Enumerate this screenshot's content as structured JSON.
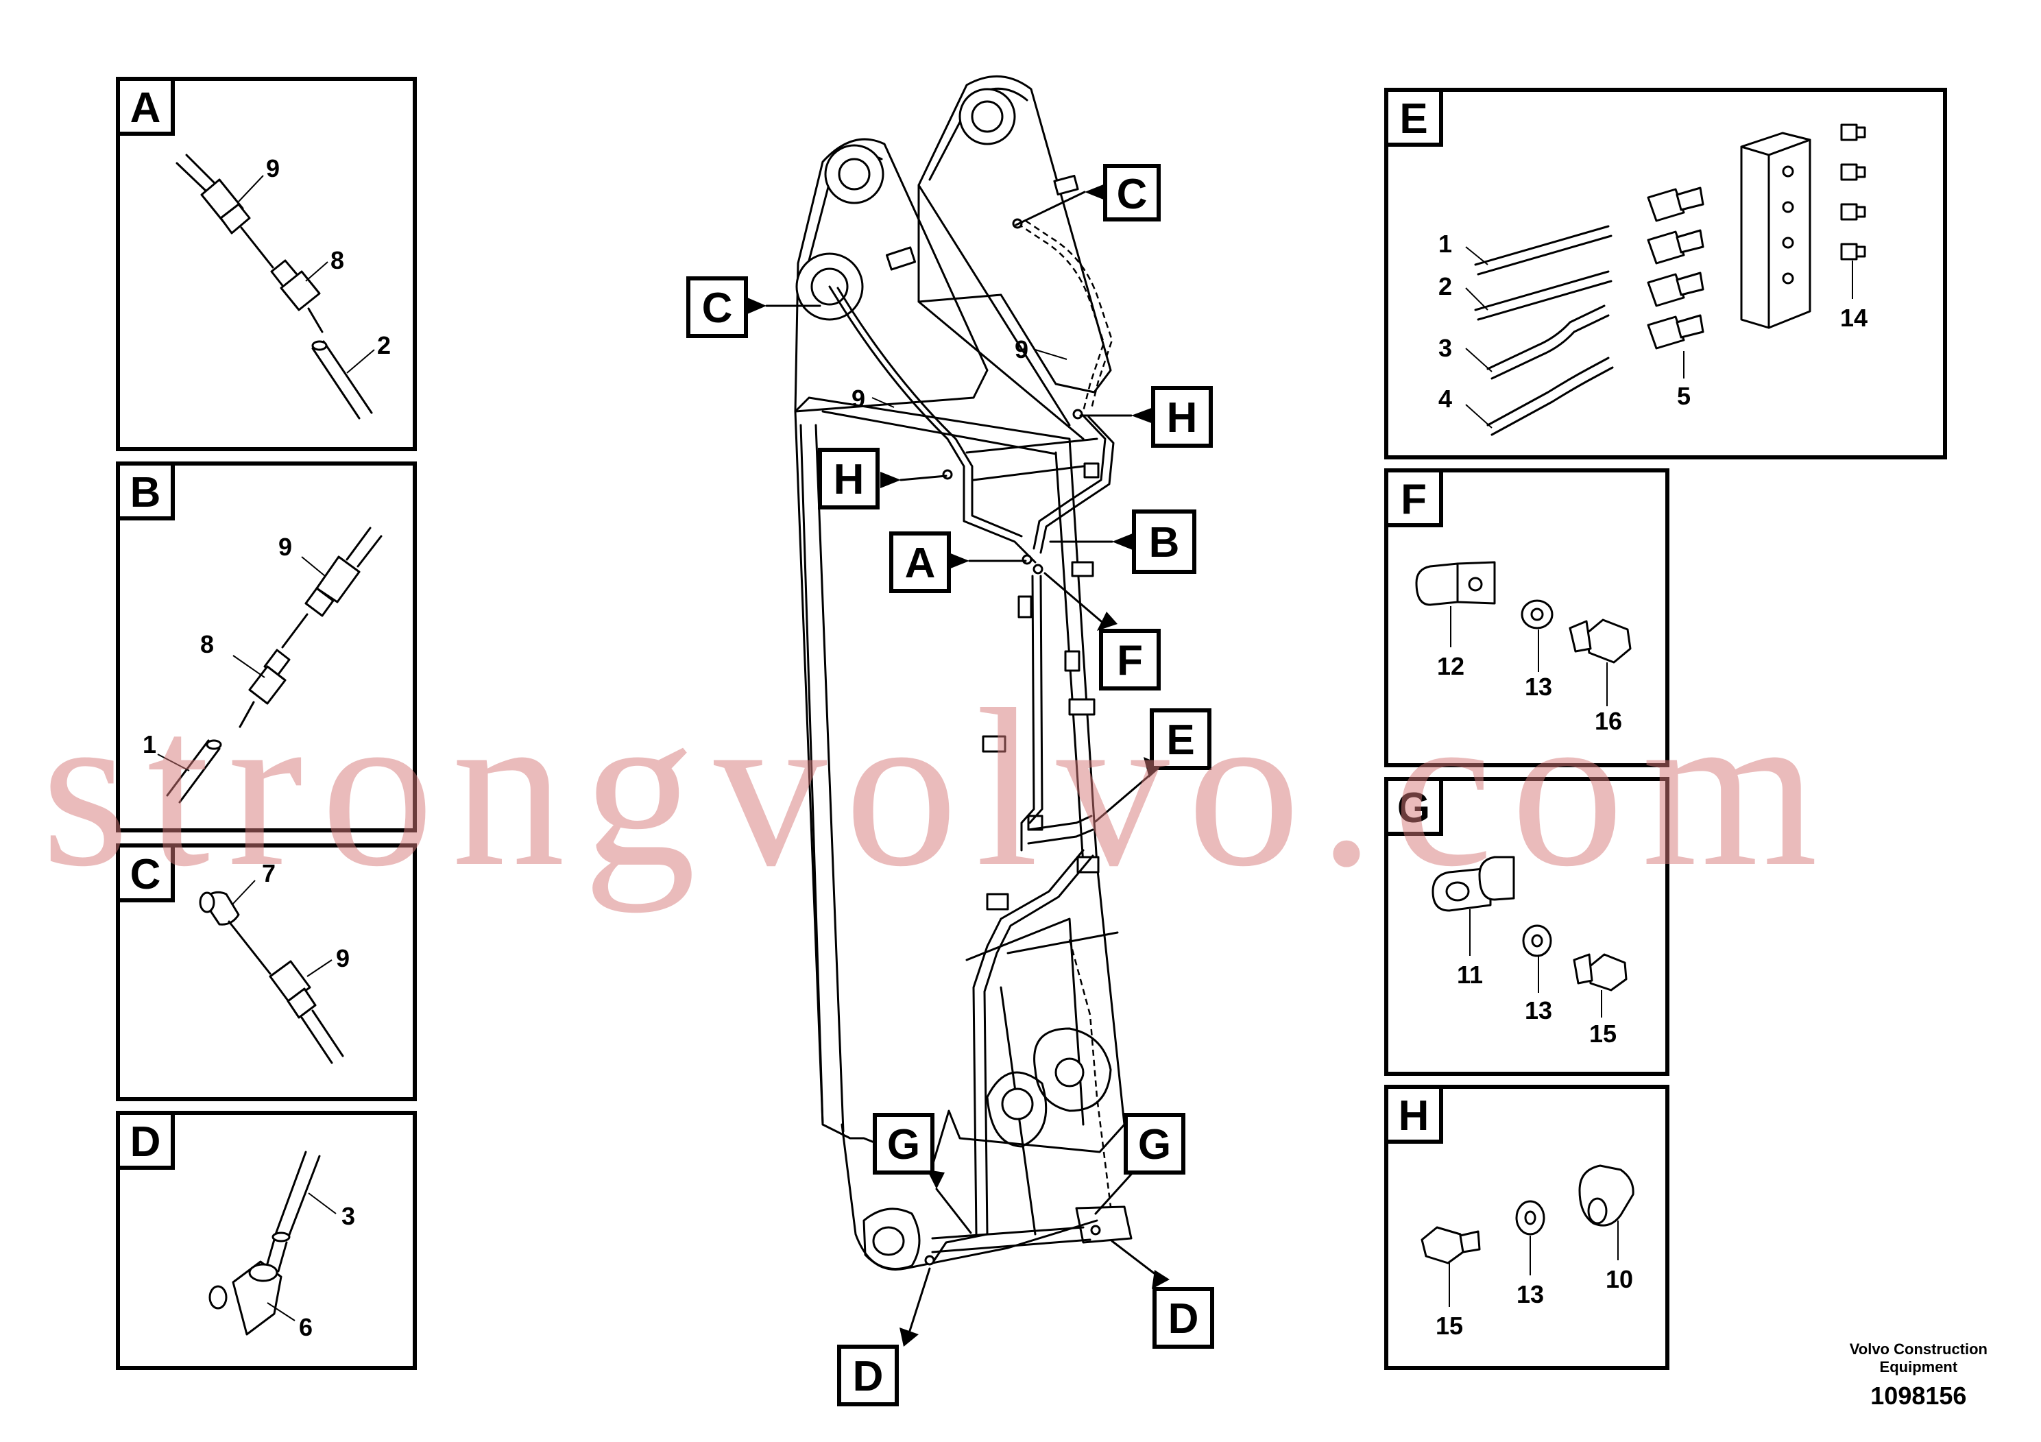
{
  "panels": {
    "A": {
      "letter": "A",
      "items": [
        "9",
        "8",
        "2"
      ]
    },
    "B": {
      "letter": "B",
      "items": [
        "9",
        "8",
        "1"
      ]
    },
    "C": {
      "letter": "C",
      "items": [
        "7",
        "9"
      ]
    },
    "D": {
      "letter": "D",
      "items": [
        "3",
        "6"
      ]
    },
    "E": {
      "letter": "E",
      "items": [
        "1",
        "2",
        "3",
        "4",
        "5",
        "14"
      ]
    },
    "F": {
      "letter": "F",
      "items": [
        "12",
        "13",
        "16"
      ]
    },
    "G": {
      "letter": "G",
      "items": [
        "11",
        "13",
        "15"
      ]
    },
    "H": {
      "letter": "H",
      "items": [
        "15",
        "13",
        "10"
      ]
    }
  },
  "main_callouts": {
    "c_top": "C",
    "c_left": "C",
    "h_right": "H",
    "h_left": "H",
    "a": "A",
    "b": "B",
    "f": "F",
    "e": "E",
    "g_left": "G",
    "g_right": "G",
    "d_right": "D",
    "d_left": "D",
    "nine_left": "9",
    "nine_right": "9"
  },
  "watermark": "strongvolvo.com",
  "footer": {
    "brand_line1": "Volvo Construction",
    "brand_line2": "Equipment",
    "ref": "1098156"
  }
}
